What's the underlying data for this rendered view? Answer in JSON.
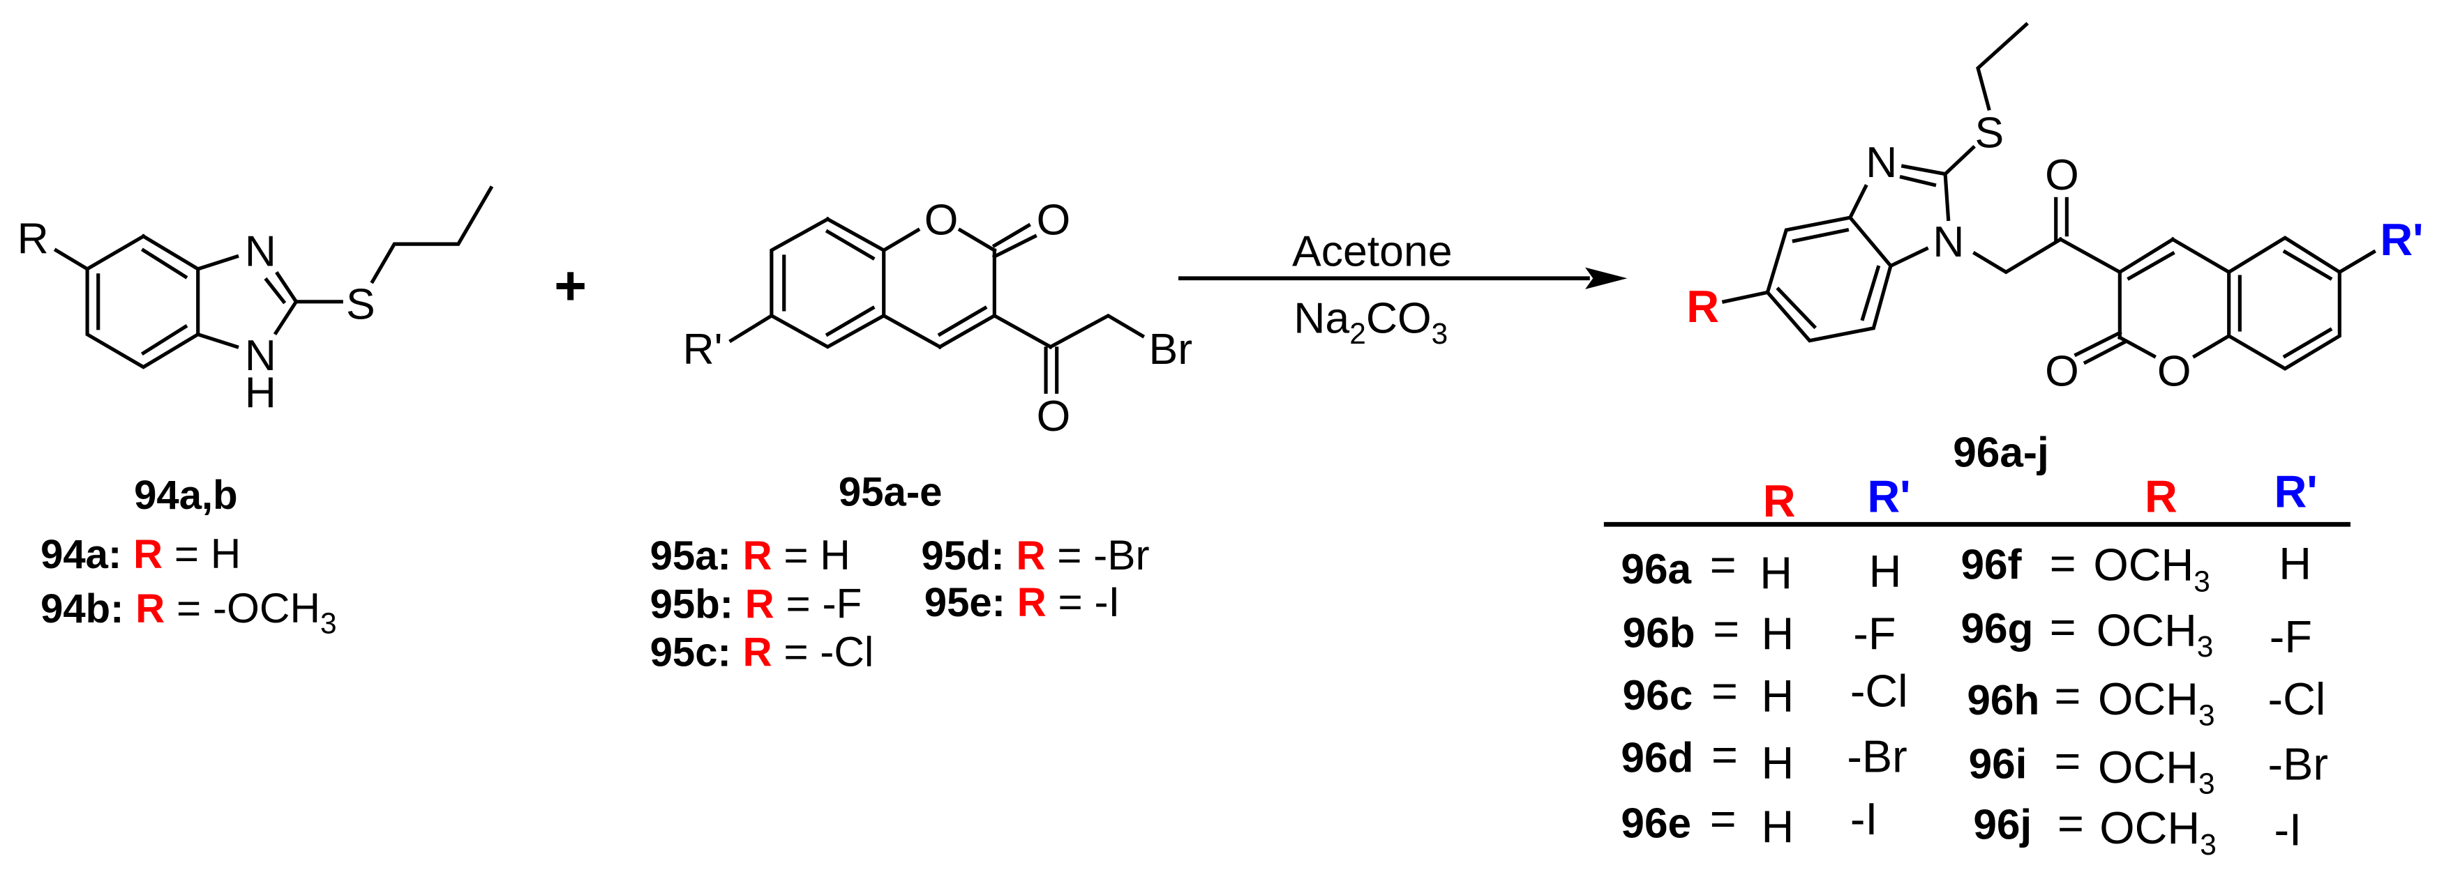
{
  "colors": {
    "R_color": "#FF0000",
    "R_prime_color": "#0000FF",
    "ink": "#000000",
    "background": "#FFFFFF"
  },
  "reactant_94": {
    "atoms": {
      "R": "R",
      "N3": "N",
      "N1": "N",
      "H": "H",
      "S": "S"
    },
    "compound_label": "94a,b",
    "variants": [
      {
        "id": "94a:",
        "R": "R",
        "eq": "= H",
        "value_main": "",
        "value_sub": ""
      },
      {
        "id": "94b:",
        "R": "R",
        "eq": "= -OCH",
        "value_sub": "3"
      }
    ]
  },
  "plus_sign": "+",
  "reactant_95": {
    "atoms": {
      "R_prime": "R'",
      "O_ring": "O",
      "O_lactone": "O",
      "O_ketone": "O",
      "Br": "Br"
    },
    "compound_label": "95a-e",
    "variants": [
      {
        "id": "95a:",
        "R": "R",
        "eq": "= H"
      },
      {
        "id": "95b:",
        "R": "R",
        "eq": "= -F"
      },
      {
        "id": "95c:",
        "R": "R",
        "eq": "= -Cl"
      },
      {
        "id": "95d:",
        "R": "R",
        "eq": "= -Br"
      },
      {
        "id": "95e:",
        "R": "R",
        "eq": "= -I"
      }
    ]
  },
  "reaction": {
    "solvent": "Acetone",
    "base": {
      "main": "Na",
      "sub1": "2",
      "mid": "CO",
      "sub2": "3"
    }
  },
  "product_96": {
    "atoms": {
      "R": "R",
      "R_prime": "R'",
      "N3": "N",
      "N1": "N",
      "S": "S",
      "O_ketone": "O",
      "O_ring": "O",
      "O_lactone": "O"
    },
    "compound_label": "96a-j",
    "table": {
      "headers": [
        "R",
        "R'",
        "R",
        "R'"
      ],
      "rows_left": [
        {
          "id": "96a",
          "eq": "=",
          "R": "H",
          "R_prime": "H"
        },
        {
          "id": "96b",
          "eq": "=",
          "R": "H",
          "R_prime": "-F"
        },
        {
          "id": "96c",
          "eq": "=",
          "R": "H",
          "R_prime": "-Cl"
        },
        {
          "id": "96d",
          "eq": "=",
          "R": "H",
          "R_prime": "-Br"
        },
        {
          "id": "96e",
          "eq": "=",
          "R": "H",
          "R_prime": "-I"
        }
      ],
      "rows_right": [
        {
          "id": "96f",
          "eq": "=",
          "R_main": "OCH",
          "R_sub": "3",
          "R_prime": "H"
        },
        {
          "id": "96g",
          "eq": "=",
          "R_main": "OCH",
          "R_sub": "3",
          "R_prime": "-F"
        },
        {
          "id": "96h",
          "eq": "=",
          "R_main": "OCH",
          "R_sub": "3",
          "R_prime": "-Cl"
        },
        {
          "id": "96i",
          "eq": "=",
          "R_main": "OCH",
          "R_sub": "3",
          "R_prime": "-Br"
        },
        {
          "id": "96j",
          "eq": "=",
          "R_main": "OCH",
          "R_sub": "3",
          "R_prime": "-I"
        }
      ]
    }
  }
}
